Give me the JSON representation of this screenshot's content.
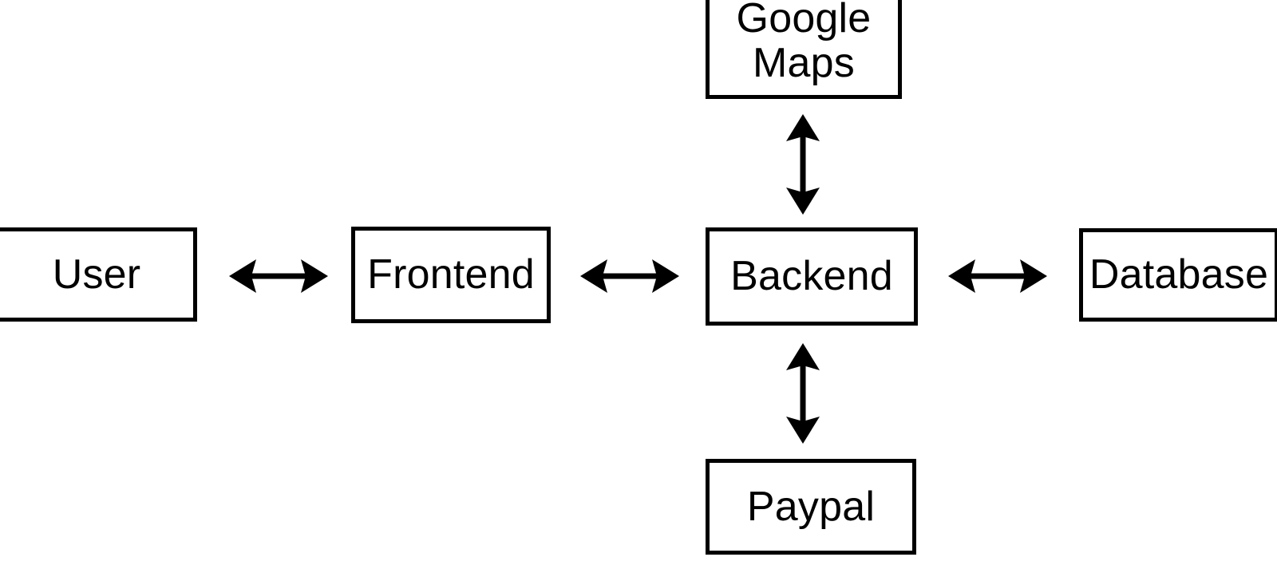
{
  "diagram": {
    "type": "system-architecture-block-diagram",
    "background_color": "#ffffff",
    "stroke_color": "#000000",
    "nodes": [
      {
        "id": "user",
        "label": "User"
      },
      {
        "id": "frontend",
        "label": "Frontend"
      },
      {
        "id": "backend",
        "label": "Backend"
      },
      {
        "id": "database",
        "label": "Database"
      },
      {
        "id": "googlemaps",
        "label": "Google\nMaps"
      },
      {
        "id": "paypal",
        "label": "Paypal"
      }
    ],
    "edges": [
      {
        "id": "user-frontend",
        "from": "User",
        "to": "Frontend",
        "direction": "bidirectional",
        "orientation": "horizontal"
      },
      {
        "id": "frontend-backend",
        "from": "Frontend",
        "to": "Backend",
        "direction": "bidirectional",
        "orientation": "horizontal"
      },
      {
        "id": "backend-database",
        "from": "Backend",
        "to": "Database",
        "direction": "bidirectional",
        "orientation": "horizontal"
      },
      {
        "id": "backend-maps",
        "from": "Backend",
        "to": "Google Maps",
        "direction": "bidirectional",
        "orientation": "vertical"
      },
      {
        "id": "backend-paypal",
        "from": "Backend",
        "to": "Paypal",
        "direction": "bidirectional",
        "orientation": "vertical"
      }
    ]
  }
}
